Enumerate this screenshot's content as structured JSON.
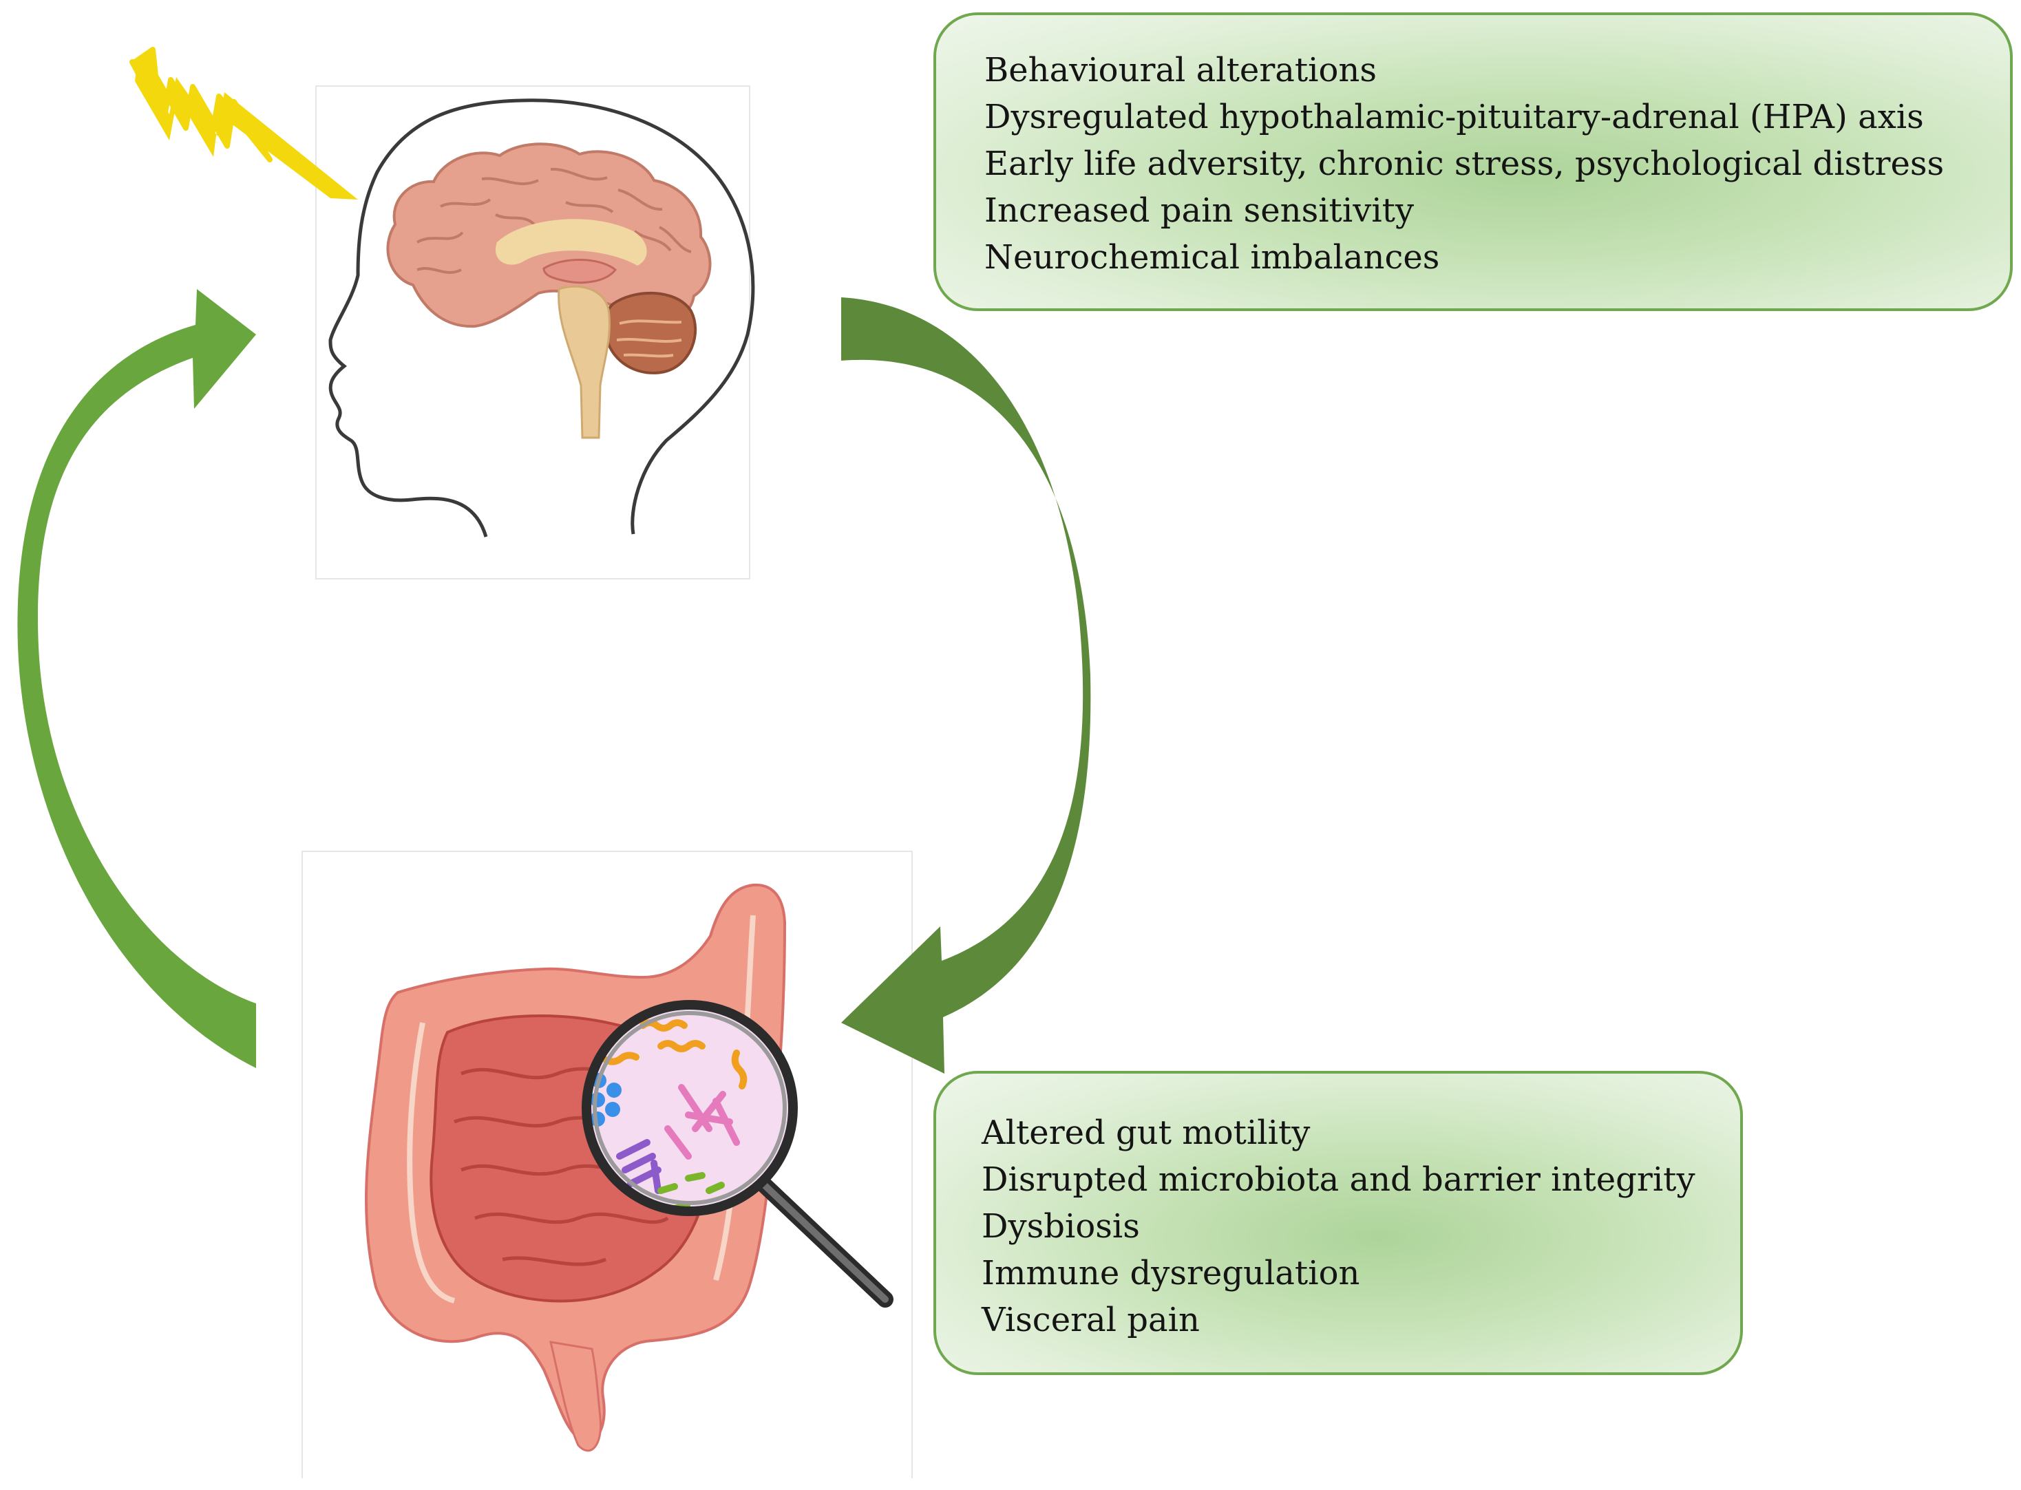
{
  "brain_factors": {
    "items": [
      "Behavioural alterations",
      "Dysregulated hypothalamic-pituitary-adrenal (HPA) axis",
      "Early life adversity, chronic stress, psychological distress",
      "Increased pain sensitivity",
      "Neurochemical imbalances"
    ]
  },
  "gut_factors": {
    "items": [
      "Altered gut motility",
      "Disrupted microbiota and barrier integrity",
      "Dysbiosis",
      "Immune dysregulation",
      "Visceral pain"
    ]
  },
  "colors": {
    "arrow_dark": "#5d8a3a",
    "arrow_light": "#6aa63e",
    "box_border": "#6fa84f",
    "box_fill": "#c6e2b6",
    "bolt": "#f2d80c",
    "brain": "#e5a08e",
    "cerebellum": "#b86a4a",
    "brainstem": "#e9c996",
    "intestine": "#e8837a",
    "colon": "#f09a8a"
  },
  "icons": [
    "lightning-bolt-icon",
    "head-brain-icon",
    "intestine-icon",
    "magnifier-icon",
    "microbiota-icon"
  ]
}
